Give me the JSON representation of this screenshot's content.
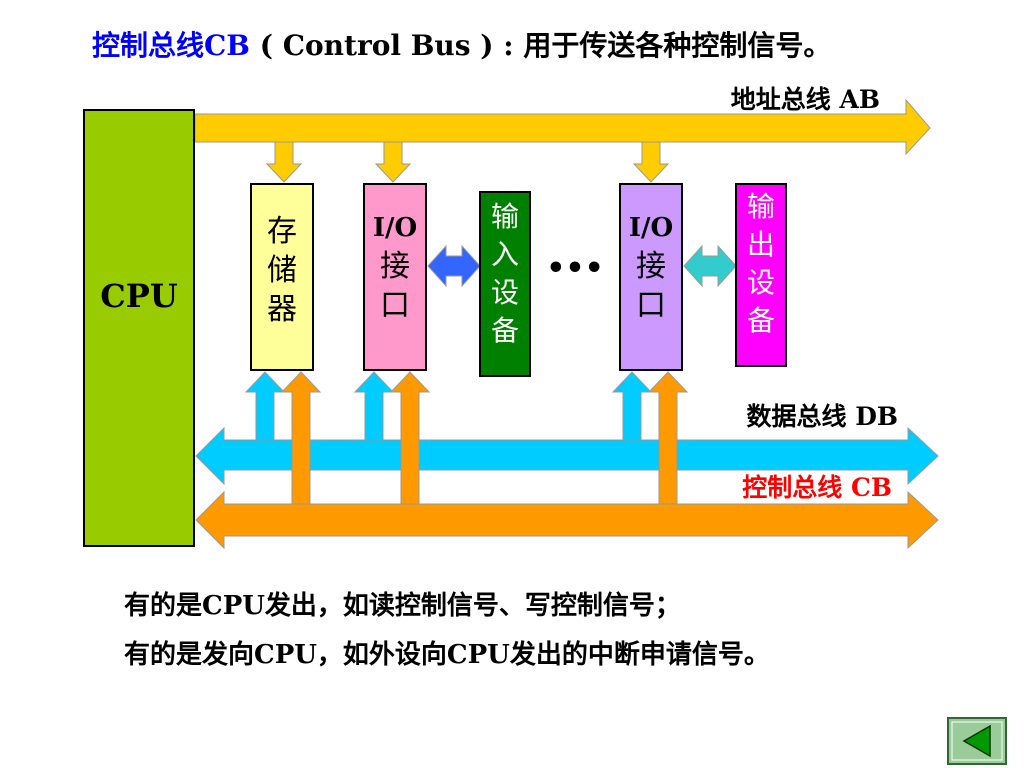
{
  "title": {
    "prefix": "控制总线CB",
    "suffix": " ( Control  Bus ) :  用于传送各种控制信号。"
  },
  "buses": {
    "address": "地址总线 AB",
    "data": "数据总线 DB",
    "control": "控制总线 CB"
  },
  "cpu": "CPU",
  "modules": {
    "memory": [
      "存",
      "储",
      "器"
    ],
    "io1": [
      "I/O",
      "接",
      "口"
    ],
    "input": [
      "输",
      "入",
      "设",
      "备"
    ],
    "ellipsis": "•••",
    "io2": [
      "I/O",
      "接",
      "口"
    ],
    "output": [
      "输",
      "出",
      "设",
      "备"
    ]
  },
  "notes": {
    "line1": "有的是CPU发出，如读控制信号、写控制信号；",
    "line2": "有的是发向CPU，如外设向CPU发出的中断申请信号。"
  },
  "colors": {
    "address_bus": "#ffcc00",
    "data_bus": "#00ccff",
    "control_bus": "#ff9900",
    "cpu": "#99cc00",
    "memory": "#ffff99",
    "io1": "#ff99cc",
    "input": "#008000",
    "io2": "#cc99ff",
    "output": "#ff00ff",
    "link_blue": "#3366ff",
    "link_teal": "#33cccc"
  },
  "nav": {
    "icon": "back-triangle-icon"
  }
}
